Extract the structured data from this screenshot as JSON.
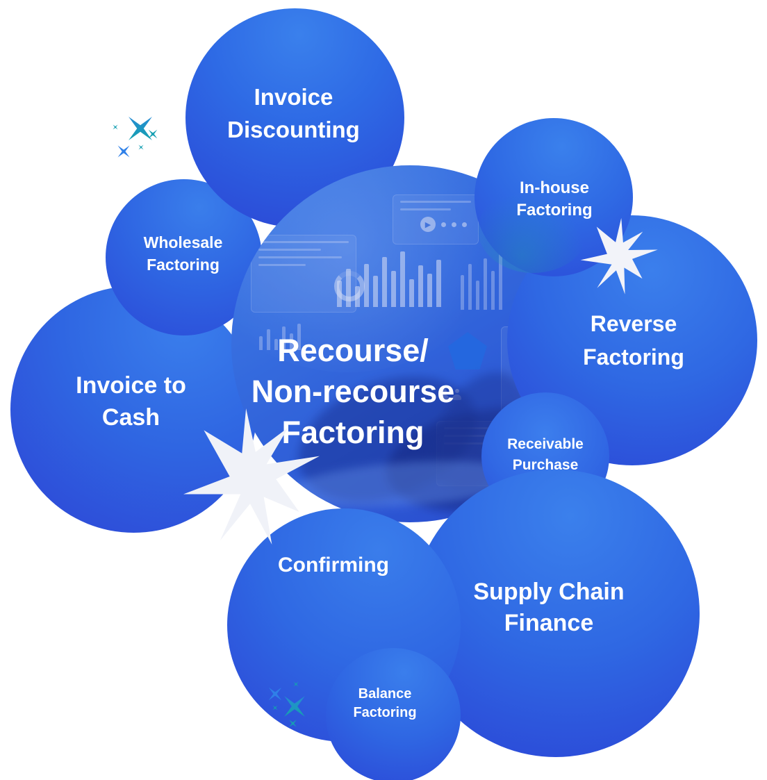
{
  "diagram": {
    "center": {
      "label": "Recourse/\nNon-recourse\nFactoring",
      "description": "large central circle with blue-tinted photo of hands typing on a laptop with analytics overlays"
    },
    "bubbles": [
      {
        "id": "invoice-discounting",
        "label": "Invoice\nDiscounting"
      },
      {
        "id": "wholesale-factoring",
        "label": "Wholesale\nFactoring"
      },
      {
        "id": "in-house-factoring",
        "label": "In-house\nFactoring"
      },
      {
        "id": "reverse-factoring",
        "label": "Reverse\nFactoring"
      },
      {
        "id": "invoice-to-cash",
        "label": "Invoice to\nCash"
      },
      {
        "id": "receivable-purchase",
        "label": "Receivable\nPurchase"
      },
      {
        "id": "confirming",
        "label": "Confirming"
      },
      {
        "id": "supply-chain-finance",
        "label": "Supply Chain\nFinance"
      },
      {
        "id": "balance-factoring",
        "label": "Balance\nFactoring"
      }
    ],
    "decorations": {
      "starburst_icon": "eight-point white starburst",
      "sparkle_icon": "four-point sparkle star",
      "colors": {
        "bubble_light": "#3a80ec",
        "bubble_dark": "#2b45d5",
        "text": "#ffffff",
        "starburst_white": "#f0f2f8",
        "sparkle_teal": "#169fb2",
        "sparkle_blue": "#2f80e8"
      }
    }
  }
}
